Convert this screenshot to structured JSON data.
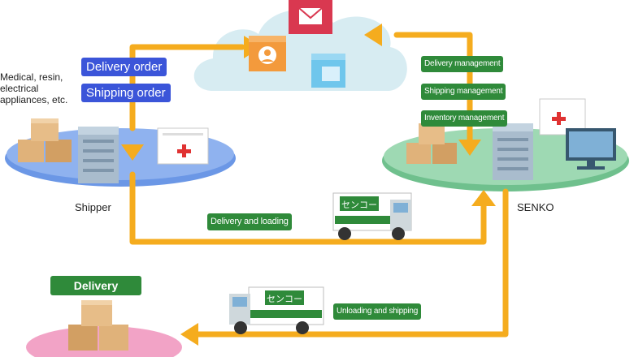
{
  "shipper": {
    "goods_lines": [
      "Medical, resin,",
      "electrical",
      "appliances, etc."
    ],
    "name": "Shipper"
  },
  "senko": {
    "name": "SENKO"
  },
  "cloud": {
    "labels": [
      "Delivery order",
      "Shipping order"
    ],
    "services": [
      "Delivery management",
      "Shipping management",
      "Inventory management"
    ]
  },
  "flows": {
    "delivery_loading": "Delivery and loading",
    "unloading_shipping": "Unloading and shipping"
  },
  "truck": {
    "logo_text": "センコー"
  },
  "destination": {
    "label": "Delivery"
  },
  "colors": {
    "arrow": "#f5ac1e",
    "cloud": "#d7ecf2",
    "shipper_base": "#6b97e6",
    "senko_base": "#8bd1a3",
    "destination_base": "#f2a3c6",
    "label_blue": "#3b55d9",
    "label_green": "#2f8a3a"
  }
}
